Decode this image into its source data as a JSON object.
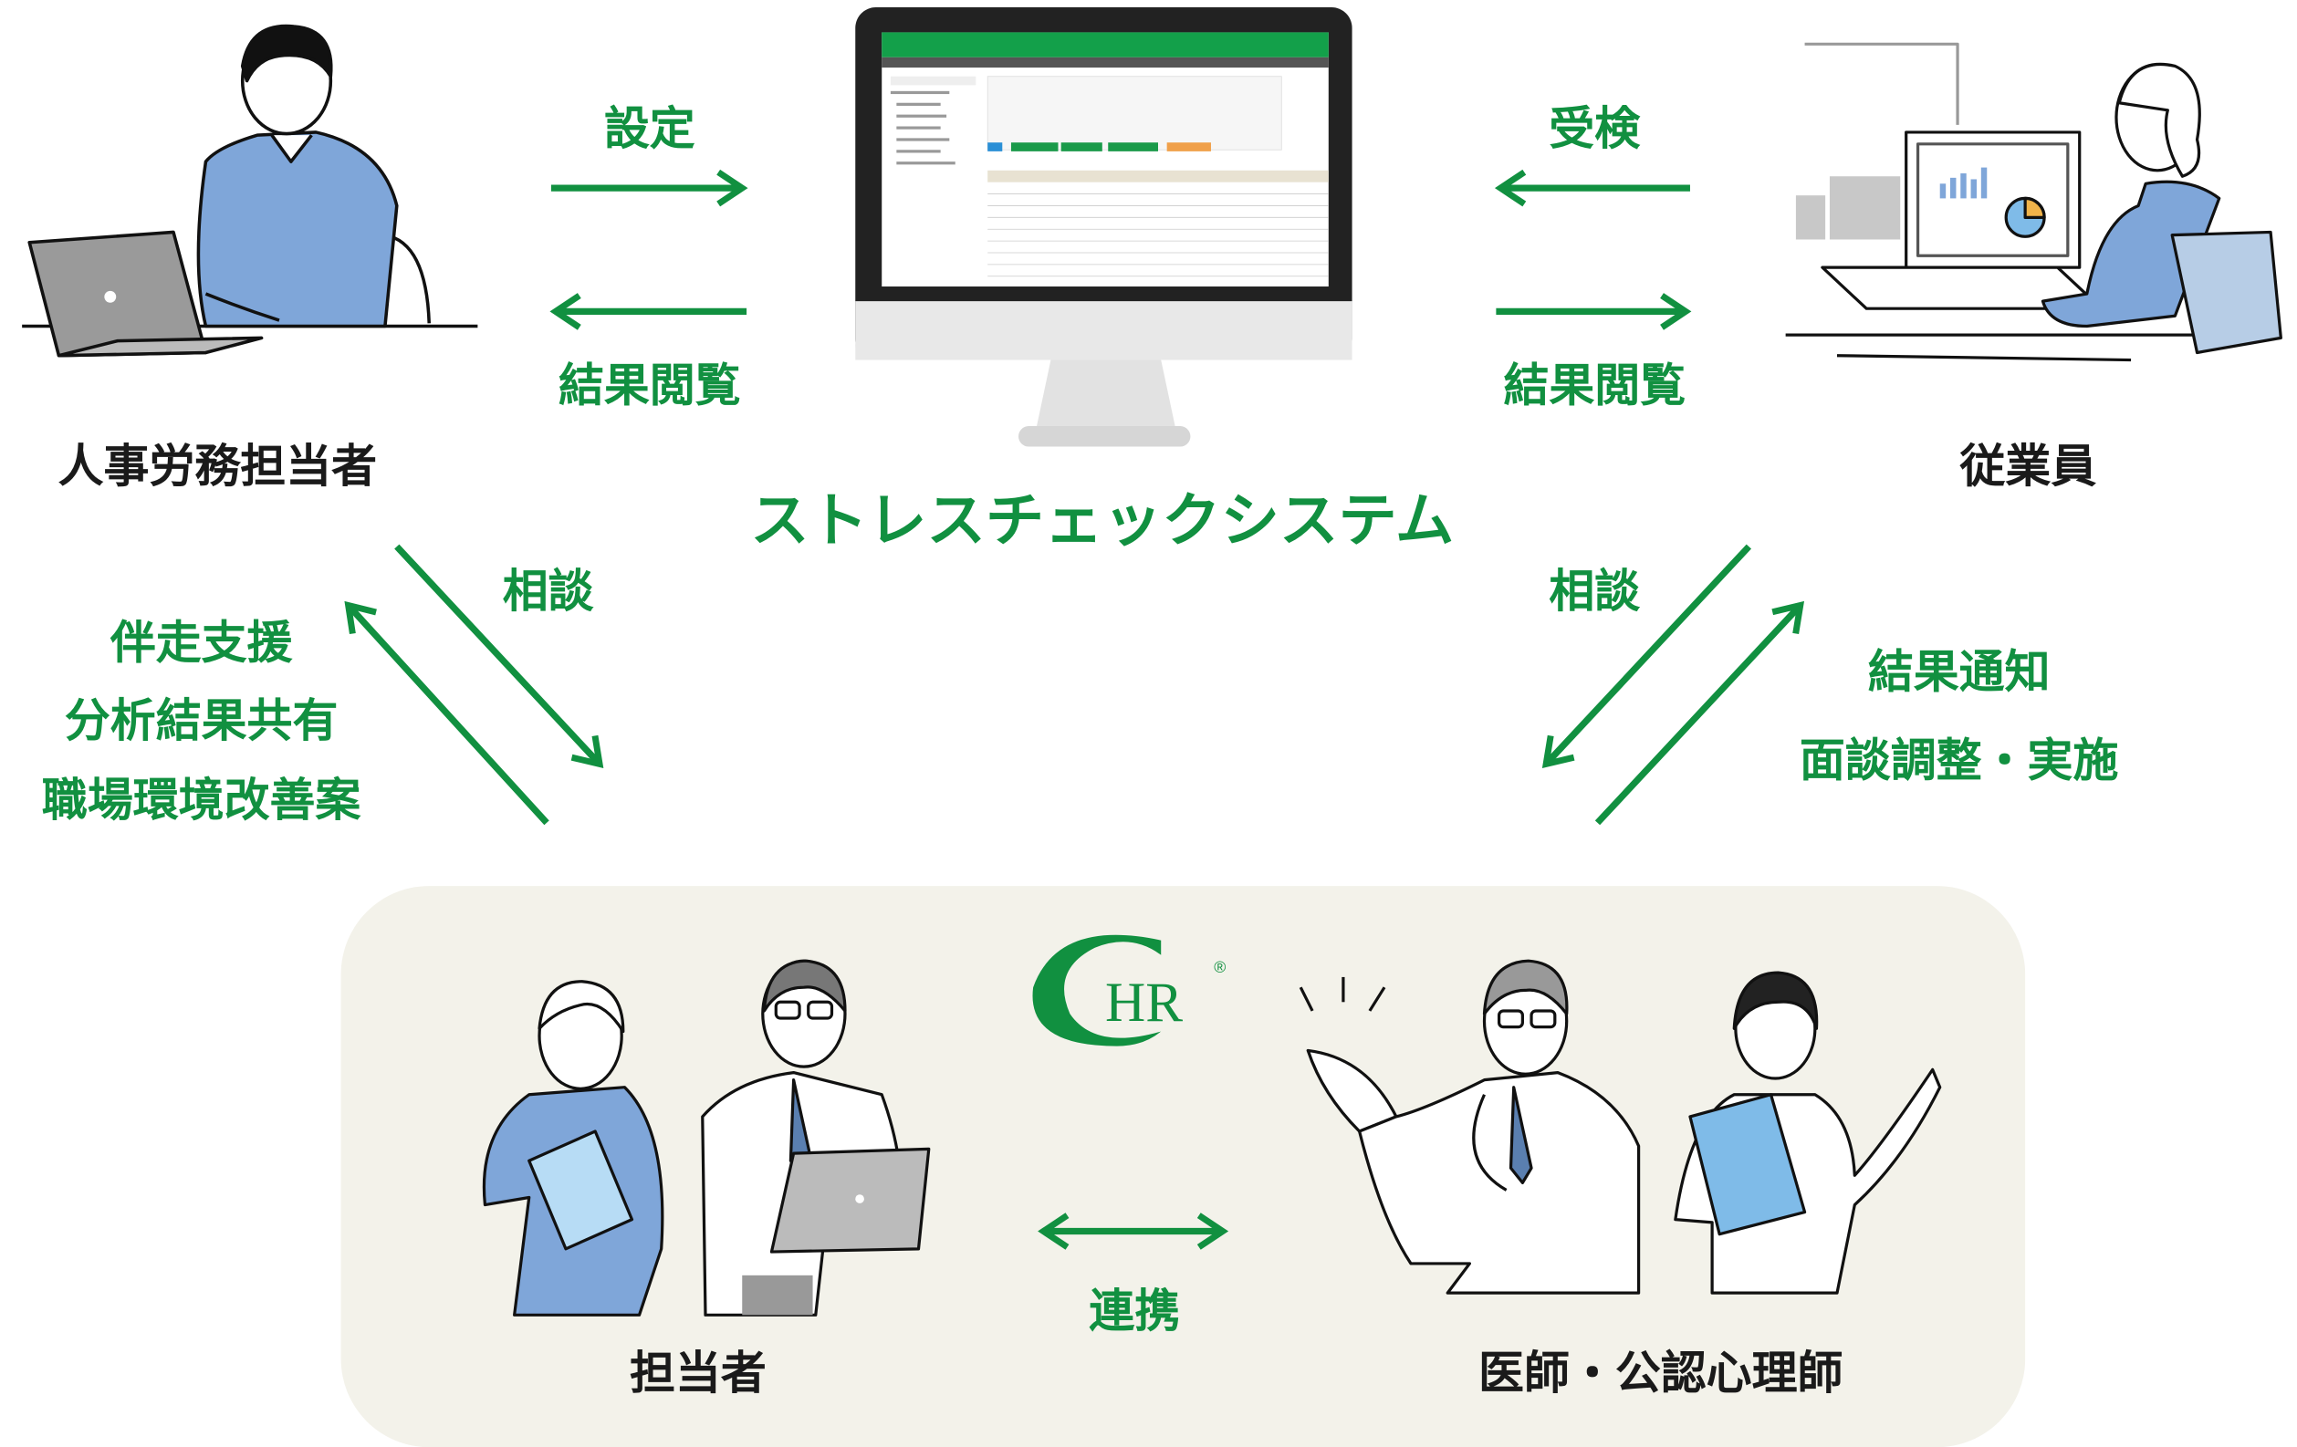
{
  "title": "ストレスチェックシステム",
  "actors": {
    "hr": "人事労務担当者",
    "employee": "従業員",
    "staff": "担当者",
    "doctor": "医師・公認心理師"
  },
  "flows": {
    "hr_to_system": "設定",
    "system_to_hr": "結果閲覧",
    "employee_to_system": "受検",
    "system_to_employee": "結果閲覧",
    "hr_consult": "相談",
    "support_items": [
      "伴走支援",
      "分析結果共有",
      "職場環境改善案"
    ],
    "employee_consult": "相談",
    "employee_items": [
      "結果通知",
      "面談調整・実施"
    ],
    "cooperation": "連携"
  },
  "logo": {
    "text": "CHR",
    "mark": "®"
  },
  "colors": {
    "accent": "#119040",
    "panel": "#f3f2ea",
    "shirt": "#7fa6d9"
  }
}
